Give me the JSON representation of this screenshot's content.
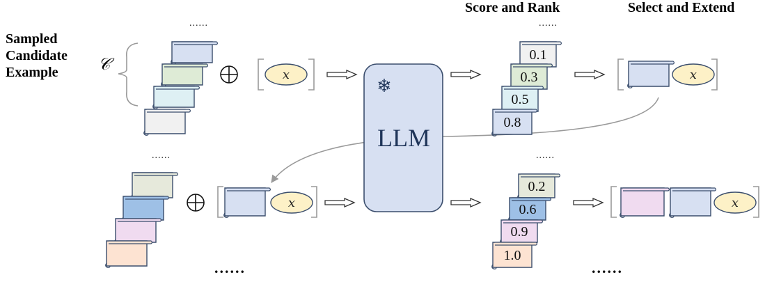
{
  "labels": {
    "sampled_lines": [
      "Sampled",
      "Candidate",
      "Example"
    ],
    "candidate_symbol": "𝒞",
    "score_rank": "Score and Rank",
    "select_extend": "Select and Extend",
    "llm": "LLM",
    "x_var": "x",
    "snow_symbol": "❄",
    "oplus_symbol": "⊕",
    "ellipsis_small": "......",
    "ellipsis_large": "......"
  },
  "scores": {
    "row1": [
      "0.1",
      "0.3",
      "0.5",
      "0.8"
    ],
    "row2": [
      "0.2",
      "0.6",
      "0.9",
      "1.0"
    ]
  },
  "colors": {
    "stroke": "#3b4e6d",
    "llm_fill": "#d7e0f2",
    "llm_text": "#1f3559",
    "x_fill": "#fdf1c7",
    "bracket": "#9a9a9a",
    "row1_stack": [
      "#d7e0f2",
      "#deebd6",
      "#def0f4",
      "#f1f1f1"
    ],
    "row2_stack": [
      "#e6e9db",
      "#9ec0e6",
      "#f0dbf0",
      "#fde3d2"
    ],
    "row1_scores": [
      "#f1f1f1",
      "#deebd6",
      "#def0f4",
      "#d7e0f2"
    ],
    "row2_scores": [
      "#e6e9db",
      "#9ec0e6",
      "#f0dbf0",
      "#fde3d2"
    ],
    "selected_blue": "#d7e0f2",
    "selected_pink": "#f0dbf0"
  }
}
